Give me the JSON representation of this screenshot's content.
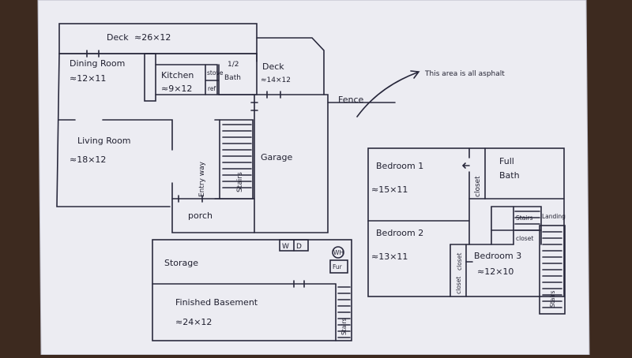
{
  "floor_plan": {
    "deck_top": "Deck",
    "deck_top_size": "≈26×12",
    "dining_room": "Dining Room",
    "dining_room_size": "≈12×11",
    "kitchen": "Kitchen",
    "kitchen_size": "≈9×12",
    "stove": "stove",
    "ref": "ref",
    "half": "1/2",
    "half_bath": "Bath",
    "deck_side": "Deck",
    "deck_side_size": "≈14×12",
    "fence": "Fence",
    "asphalt_note": "This area is all asphalt",
    "living_room": "Living Room",
    "living_room_size": "≈18×12",
    "entryway": "Entry way",
    "stairs_main": "Stairs",
    "garage": "Garage",
    "porch": "porch",
    "storage": "Storage",
    "washer": "W",
    "dryer": "D",
    "water_heater": "WH",
    "furnace": "Fur",
    "finished_basement": "Finished Basement",
    "finished_basement_size": "≈24×12",
    "stairs_basement": "Stairs",
    "bedroom1": "Bedroom 1",
    "bedroom1_size": "≈15×11",
    "closet1": "closet",
    "full": "Full",
    "full_bath": "Bath",
    "stairs_upper": "Stairs",
    "landing": "Landing",
    "closet_landing": "closet",
    "bedroom2": "Bedroom 2",
    "bedroom2_size": "≈13×11",
    "closet2a": "closet",
    "closet2b": "closet",
    "bedroom3": "Bedroom 3",
    "bedroom3_size": "≈12×10",
    "stairs_exterior": "Stairs"
  }
}
